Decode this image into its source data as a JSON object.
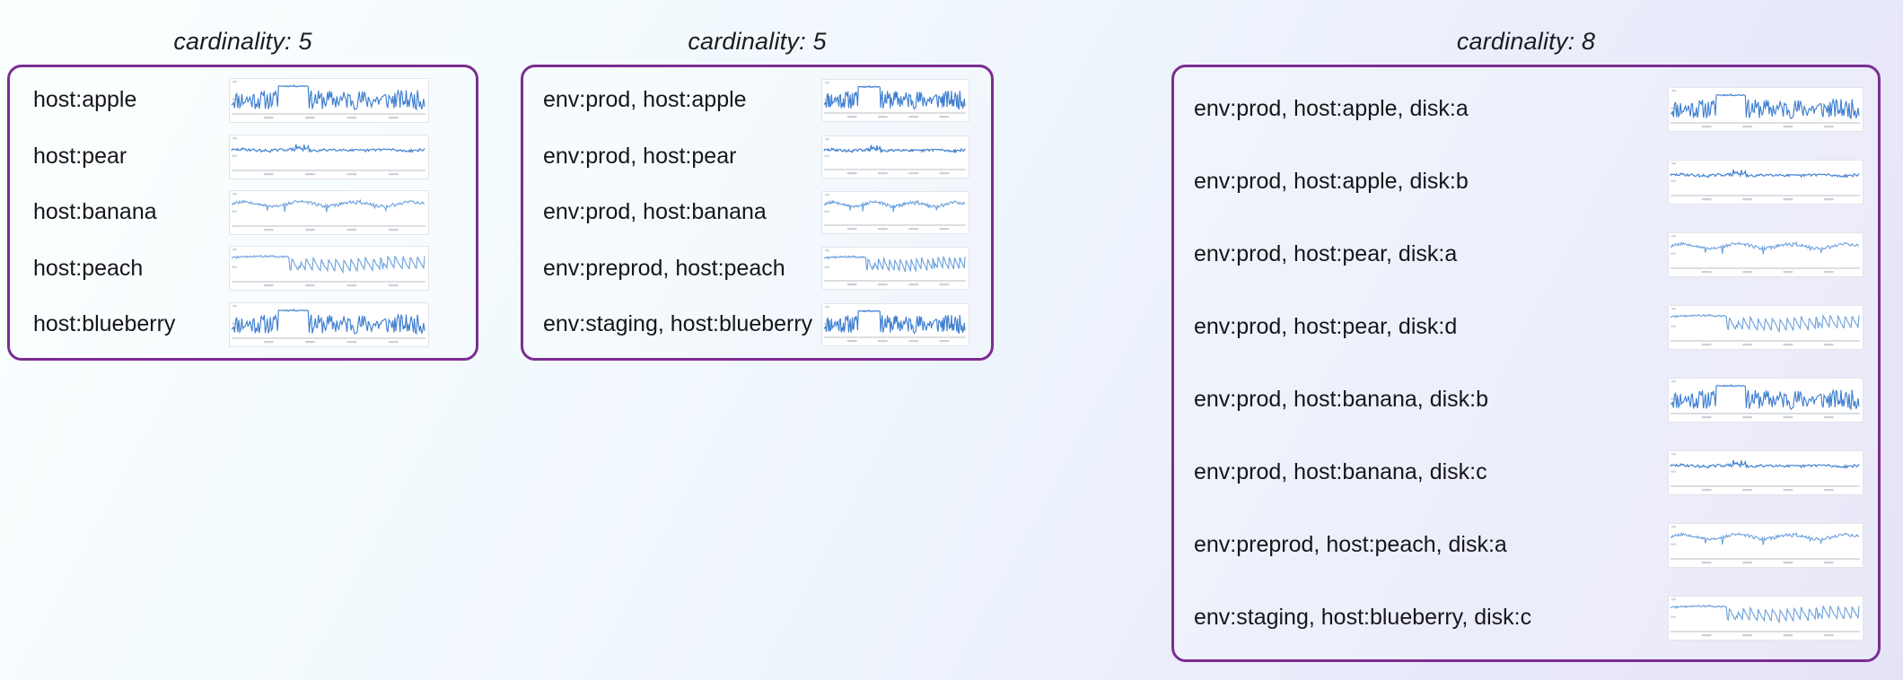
{
  "theme": {
    "panel_border_color": "#7b2d91",
    "label_color": "#16161a",
    "sparkline_color": "#3f7fd0",
    "background_start": "#fbffff",
    "background_end": "#e6e3f7"
  },
  "panels": [
    {
      "title": "cardinality: 5",
      "cardinality": 5,
      "rows": [
        {
          "label": "host:apple",
          "sparkline": "noisy-plateau"
        },
        {
          "label": "host:pear",
          "sparkline": "flat-wobble"
        },
        {
          "label": "host:banana",
          "sparkline": "wavy-dips"
        },
        {
          "label": "host:peach",
          "sparkline": "sawtooth-drops"
        },
        {
          "label": "host:blueberry",
          "sparkline": "noisy-plateau"
        }
      ]
    },
    {
      "title": "cardinality: 5",
      "cardinality": 5,
      "rows": [
        {
          "label": "env:prod, host:apple",
          "sparkline": "noisy-plateau"
        },
        {
          "label": "env:prod, host:pear",
          "sparkline": "flat-wobble"
        },
        {
          "label": "env:prod, host:banana",
          "sparkline": "wavy-dips"
        },
        {
          "label": "env:preprod, host:peach",
          "sparkline": "sawtooth-drops"
        },
        {
          "label": "env:staging, host:blueberry",
          "sparkline": "noisy-plateau"
        }
      ]
    },
    {
      "title": "cardinality: 8",
      "cardinality": 8,
      "rows": [
        {
          "label": "env:prod, host:apple, disk:a",
          "sparkline": "noisy-plateau"
        },
        {
          "label": "env:prod, host:apple, disk:b",
          "sparkline": "flat-wobble"
        },
        {
          "label": "env:prod, host:pear, disk:a",
          "sparkline": "wavy-dips"
        },
        {
          "label": "env:prod, host:pear, disk:d",
          "sparkline": "sawtooth-drops"
        },
        {
          "label": "env:prod, host:banana, disk:b",
          "sparkline": "noisy-plateau"
        },
        {
          "label": "env:prod, host:banana, disk:c",
          "sparkline": "flat-wobble"
        },
        {
          "label": "env:preprod, host:peach, disk:a",
          "sparkline": "wavy-dips"
        },
        {
          "label": "env:staging, host:blueberry, disk:c",
          "sparkline": "sawtooth-drops"
        }
      ]
    }
  ]
}
